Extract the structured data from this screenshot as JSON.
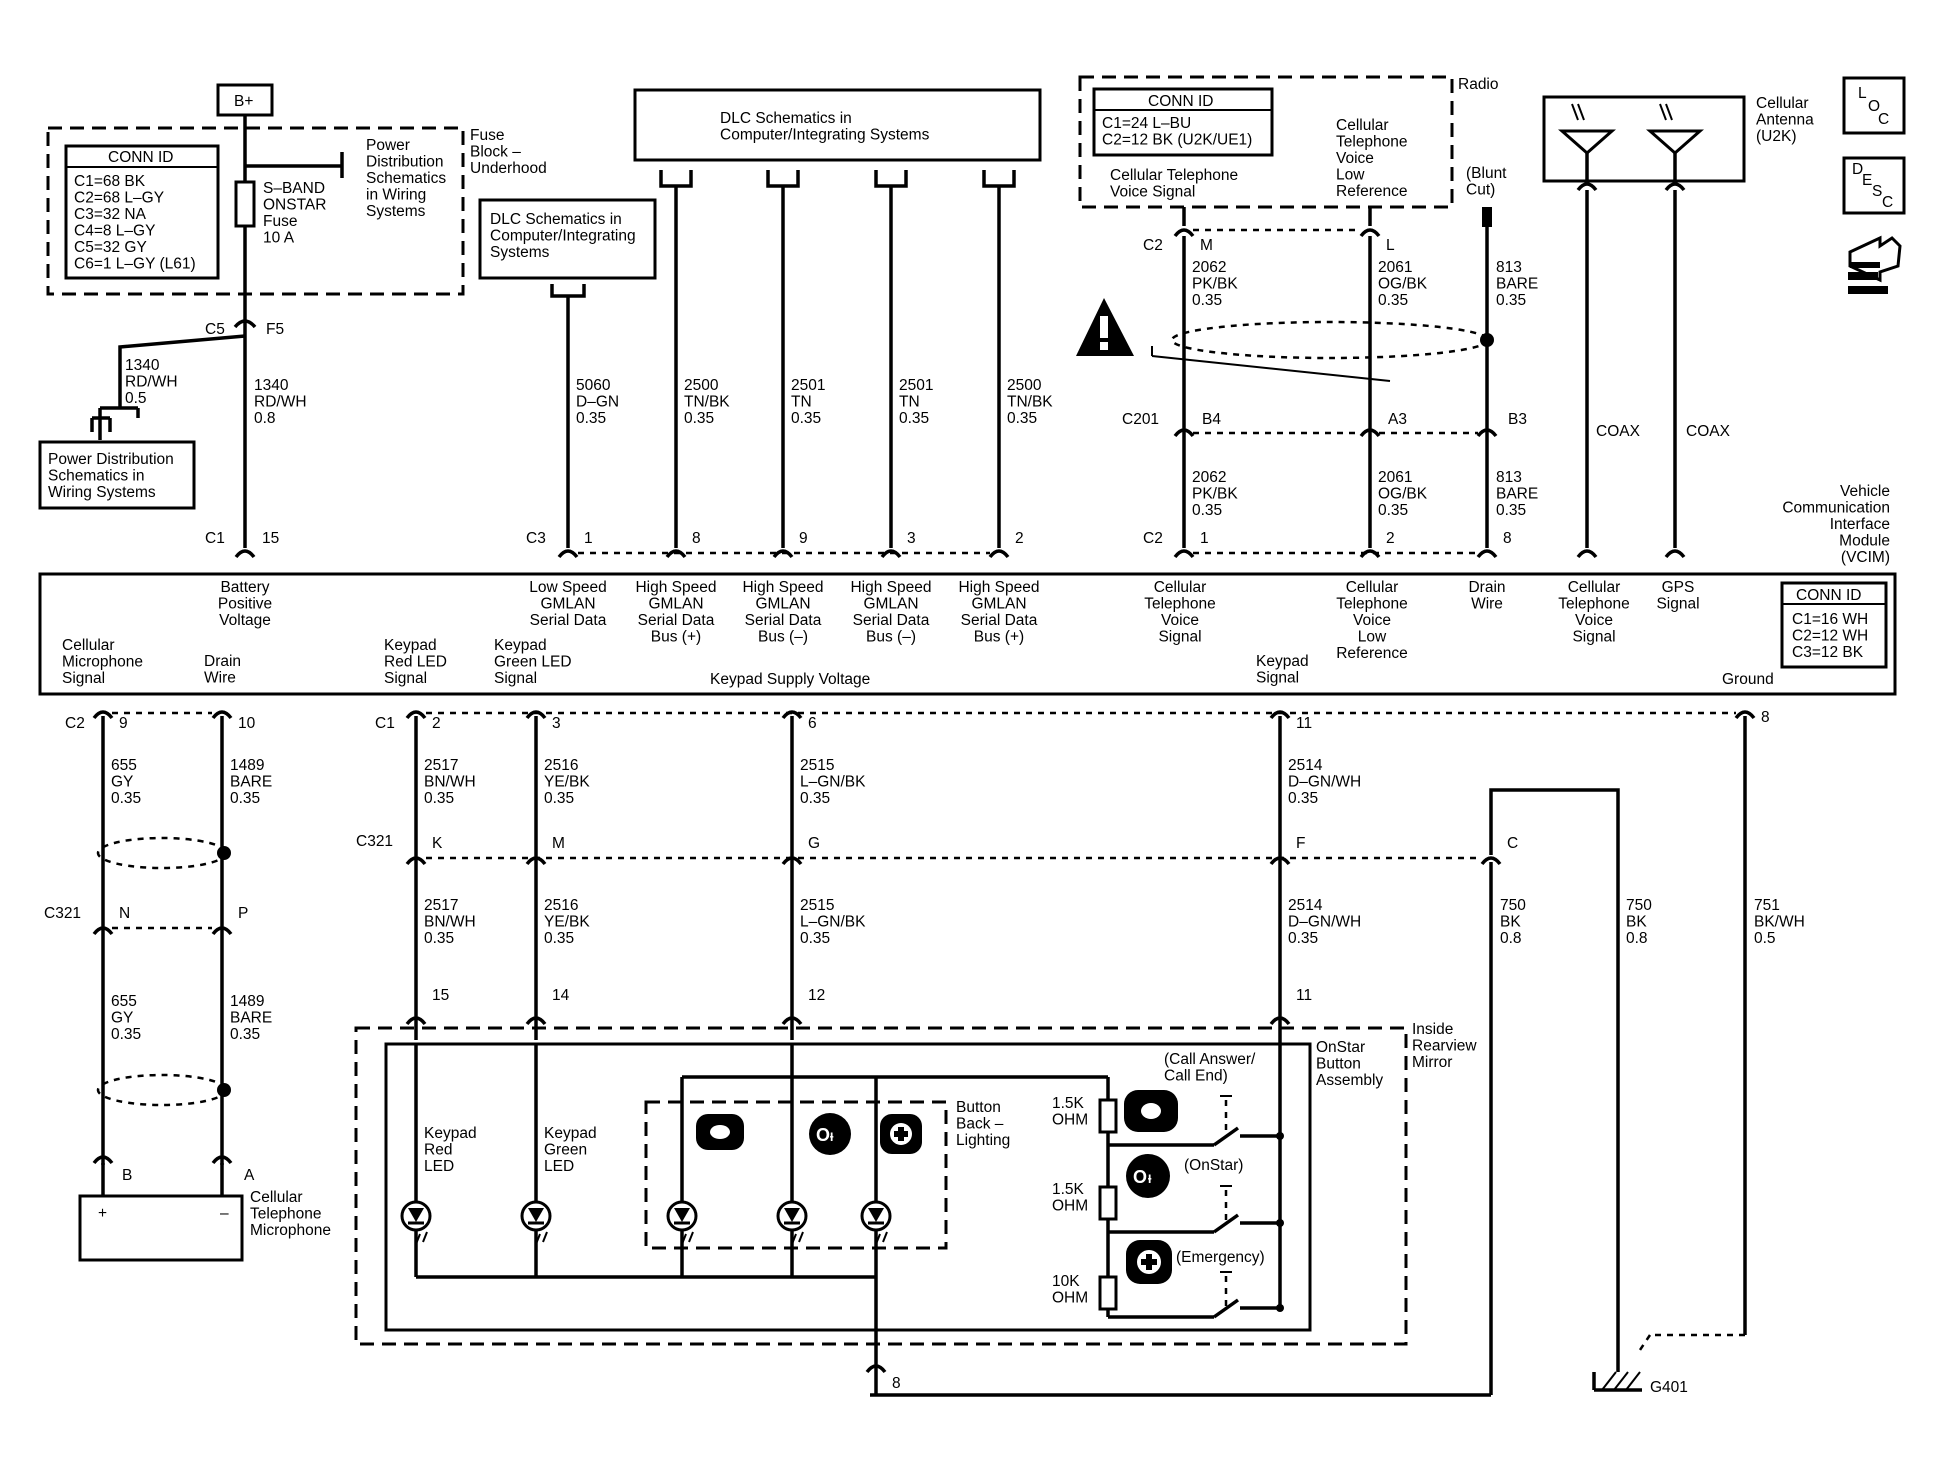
{
  "battery": {
    "label": "B+"
  },
  "fuse_block": {
    "conn_title": "CONN ID",
    "conn_lines": [
      "C1=68 BK",
      "C2=68 L–GY",
      "C3=32 NA",
      "C4=8 L–GY",
      "C5=32 GY",
      "C6=1 L–GY (L61)"
    ],
    "fuse_lines": [
      "S–BAND",
      "ONSTAR",
      "Fuse",
      "10 A"
    ],
    "power_dist_lines": [
      "Power",
      "Distribution",
      "Schematics",
      "in Wiring",
      "Systems"
    ],
    "label_lines": [
      "Fuse",
      "Block –",
      "Underhood"
    ],
    "c5": "C5",
    "f5": "F5"
  },
  "splice_left": {
    "lines": [
      "1340",
      "RD/WH",
      "0.5"
    ]
  },
  "power_dist_box": {
    "lines": [
      "Power Distribution",
      "Schematics in",
      "Wiring Systems"
    ]
  },
  "fuse_wire": {
    "lines": [
      "1340",
      "RD/WH",
      "0.8"
    ]
  },
  "dlc_big": {
    "lines": [
      "DLC Schematics in",
      "Computer/Integrating Systems"
    ]
  },
  "dlc_small": {
    "lines": [
      "DLC Schematics in",
      "Computer/Integrating",
      "Systems"
    ]
  },
  "wires_top": [
    {
      "lines": [
        "5060",
        "D–GN",
        "0.35"
      ]
    },
    {
      "lines": [
        "2500",
        "TN/BK",
        "0.35"
      ]
    },
    {
      "lines": [
        "2501",
        "TN",
        "0.35"
      ]
    },
    {
      "lines": [
        "2501",
        "TN",
        "0.35"
      ]
    },
    {
      "lines": [
        "2500",
        "TN/BK",
        "0.35"
      ]
    }
  ],
  "radio": {
    "label": "Radio",
    "conn_title": "CONN ID",
    "conn_lines": [
      "C1=24 L–BU",
      "C2=12 BK (U2K/UE1)"
    ],
    "sig1_lines": [
      "Cellular Telephone",
      "Voice Signal"
    ],
    "sig2_lines": [
      "Cellular",
      "Telephone",
      "Voice",
      "Low",
      "Reference"
    ],
    "c2": "C2",
    "pin_m": "M",
    "pin_l": "L",
    "blunt_lines": [
      "(Blunt",
      "Cut)"
    ]
  },
  "antenna": {
    "lines": [
      "Cellular",
      "Antenna",
      "(U2K)"
    ],
    "coax1": "COAX",
    "coax2": "COAX"
  },
  "icons": {
    "loc": [
      "L",
      "O",
      "C"
    ],
    "desc": [
      "D",
      "E",
      "S",
      "C"
    ]
  },
  "radio_wires_upper": [
    {
      "lines": [
        "2062",
        "PK/BK",
        "0.35"
      ]
    },
    {
      "lines": [
        "2061",
        "OG/BK",
        "0.35"
      ]
    },
    {
      "lines": [
        "813",
        "BARE",
        "0.35"
      ]
    }
  ],
  "c201": {
    "label": "C201",
    "pins": [
      "B4",
      "A3",
      "B3"
    ]
  },
  "radio_wires_lower": [
    {
      "lines": [
        "2062",
        "PK/BK",
        "0.35"
      ]
    },
    {
      "lines": [
        "2061",
        "OG/BK",
        "0.35"
      ]
    },
    {
      "lines": [
        "813",
        "BARE",
        "0.35"
      ]
    }
  ],
  "vcim_top_conns": {
    "c1": "C1",
    "c1_pin": "15",
    "c3": "C3",
    "c3_pins": [
      "1",
      "8",
      "9",
      "3",
      "2"
    ],
    "c2": "C2",
    "c2_pins": [
      "1",
      "2",
      "8"
    ]
  },
  "vcim": {
    "title_lines": [
      "Vehicle",
      "Communication",
      "Interface",
      "Module",
      "(VCIM)"
    ],
    "conn_title": "CONN ID",
    "conn_lines": [
      "C1=16 WH",
      "C2=12 WH",
      "C3=12 BK"
    ],
    "top_signals": [
      {
        "lines": [
          "Battery",
          "Positive",
          "Voltage"
        ]
      },
      {
        "lines": [
          "Low Speed",
          "GMLAN",
          "Serial Data"
        ]
      },
      {
        "lines": [
          "High Speed",
          "GMLAN",
          "Serial Data",
          "Bus (+)"
        ]
      },
      {
        "lines": [
          "High Speed",
          "GMLAN",
          "Serial Data",
          "Bus (–)"
        ]
      },
      {
        "lines": [
          "High Speed",
          "GMLAN",
          "Serial Data",
          "Bus (–)"
        ]
      },
      {
        "lines": [
          "High Speed",
          "GMLAN",
          "Serial Data",
          "Bus (+)"
        ]
      },
      {
        "lines": [
          "Cellular",
          "Telephone",
          "Voice",
          "Signal"
        ]
      },
      {
        "lines": [
          "Cellular",
          "Telephone",
          "Voice",
          "Low",
          "Reference"
        ]
      },
      {
        "lines": [
          "Drain",
          "Wire"
        ]
      },
      {
        "lines": [
          "Cellular",
          "Telephone",
          "Voice",
          "Signal"
        ]
      },
      {
        "lines": [
          "GPS",
          "Signal"
        ]
      }
    ],
    "bottom_signals": [
      {
        "lines": [
          "Cellular",
          "Microphone",
          "Signal"
        ]
      },
      {
        "lines": [
          "Drain",
          "Wire"
        ]
      },
      {
        "lines": [
          "Keypad",
          "Red LED",
          "Signal"
        ]
      },
      {
        "lines": [
          "Keypad",
          "Green LED",
          "Signal"
        ]
      },
      {
        "lines": [
          "Keypad Supply Voltage"
        ]
      },
      {
        "lines": [
          "Keypad",
          "Signal"
        ]
      },
      {
        "lines": [
          "Ground"
        ]
      }
    ]
  },
  "vcim_bottom_conns": {
    "c2": "C2",
    "c2_pins": [
      "9",
      "10"
    ],
    "c1": "C1",
    "c1_pins": [
      "2",
      "3",
      "6",
      "11",
      "8"
    ]
  },
  "wires_bottom_upper": [
    {
      "lines": [
        "655",
        "GY",
        "0.35"
      ]
    },
    {
      "lines": [
        "1489",
        "BARE",
        "0.35"
      ]
    },
    {
      "lines": [
        "2517",
        "BN/WH",
        "0.35"
      ]
    },
    {
      "lines": [
        "2516",
        "YE/BK",
        "0.35"
      ]
    },
    {
      "lines": [
        "2515",
        "L–GN/BK",
        "0.35"
      ]
    },
    {
      "lines": [
        "2514",
        "D–GN/WH",
        "0.35"
      ]
    }
  ],
  "c321_upper": {
    "label": "C321",
    "pins": [
      "K",
      "M",
      "G",
      "F",
      "C"
    ]
  },
  "c321_lower": {
    "label": "C321",
    "pins": [
      "N",
      "P"
    ]
  },
  "wires_bottom_lower": [
    {
      "lines": [
        "2517",
        "BN/WH",
        "0.35"
      ]
    },
    {
      "lines": [
        "2516",
        "YE/BK",
        "0.35"
      ]
    },
    {
      "lines": [
        "2515",
        "L–GN/BK",
        "0.35"
      ]
    },
    {
      "lines": [
        "2514",
        "D–GN/WH",
        "0.35"
      ]
    }
  ],
  "ground_wires": [
    {
      "lines": [
        "750",
        "BK",
        "0.8"
      ]
    },
    {
      "lines": [
        "750",
        "BK",
        "0.8"
      ]
    },
    {
      "lines": [
        "751",
        "BK/WH",
        "0.5"
      ]
    }
  ],
  "mic_wires_lower": [
    {
      "lines": [
        "655",
        "GY",
        "0.35"
      ]
    },
    {
      "lines": [
        "1489",
        "BARE",
        "0.35"
      ]
    }
  ],
  "microphone": {
    "lines": [
      "Cellular",
      "Telephone",
      "Microphone"
    ],
    "pin_b": "B",
    "pin_a": "A",
    "plus": "+",
    "minus": "–"
  },
  "mirror": {
    "label_lines": [
      "Inside",
      "Rearview",
      "Mirror"
    ],
    "assembly_lines": [
      "OnStar",
      "Button",
      "Assembly"
    ],
    "pins": [
      "15",
      "14",
      "12",
      "11"
    ],
    "bottom_pin": "8",
    "red_led_lines": [
      "Keypad",
      "Red",
      "LED"
    ],
    "green_led_lines": [
      "Keypad",
      "Green",
      "LED"
    ],
    "backlight_lines": [
      "Button",
      "Back –",
      "Lighting"
    ],
    "res1_lines": [
      "1.5K",
      "OHM"
    ],
    "res2_lines": [
      "1.5K",
      "OHM"
    ],
    "res3_lines": [
      "10K",
      "OHM"
    ],
    "call_lines": [
      "(Call Answer/",
      "Call End)"
    ],
    "onstar": "(OnStar)",
    "emergency": "(Emergency)"
  },
  "ground": {
    "label": "G401"
  }
}
